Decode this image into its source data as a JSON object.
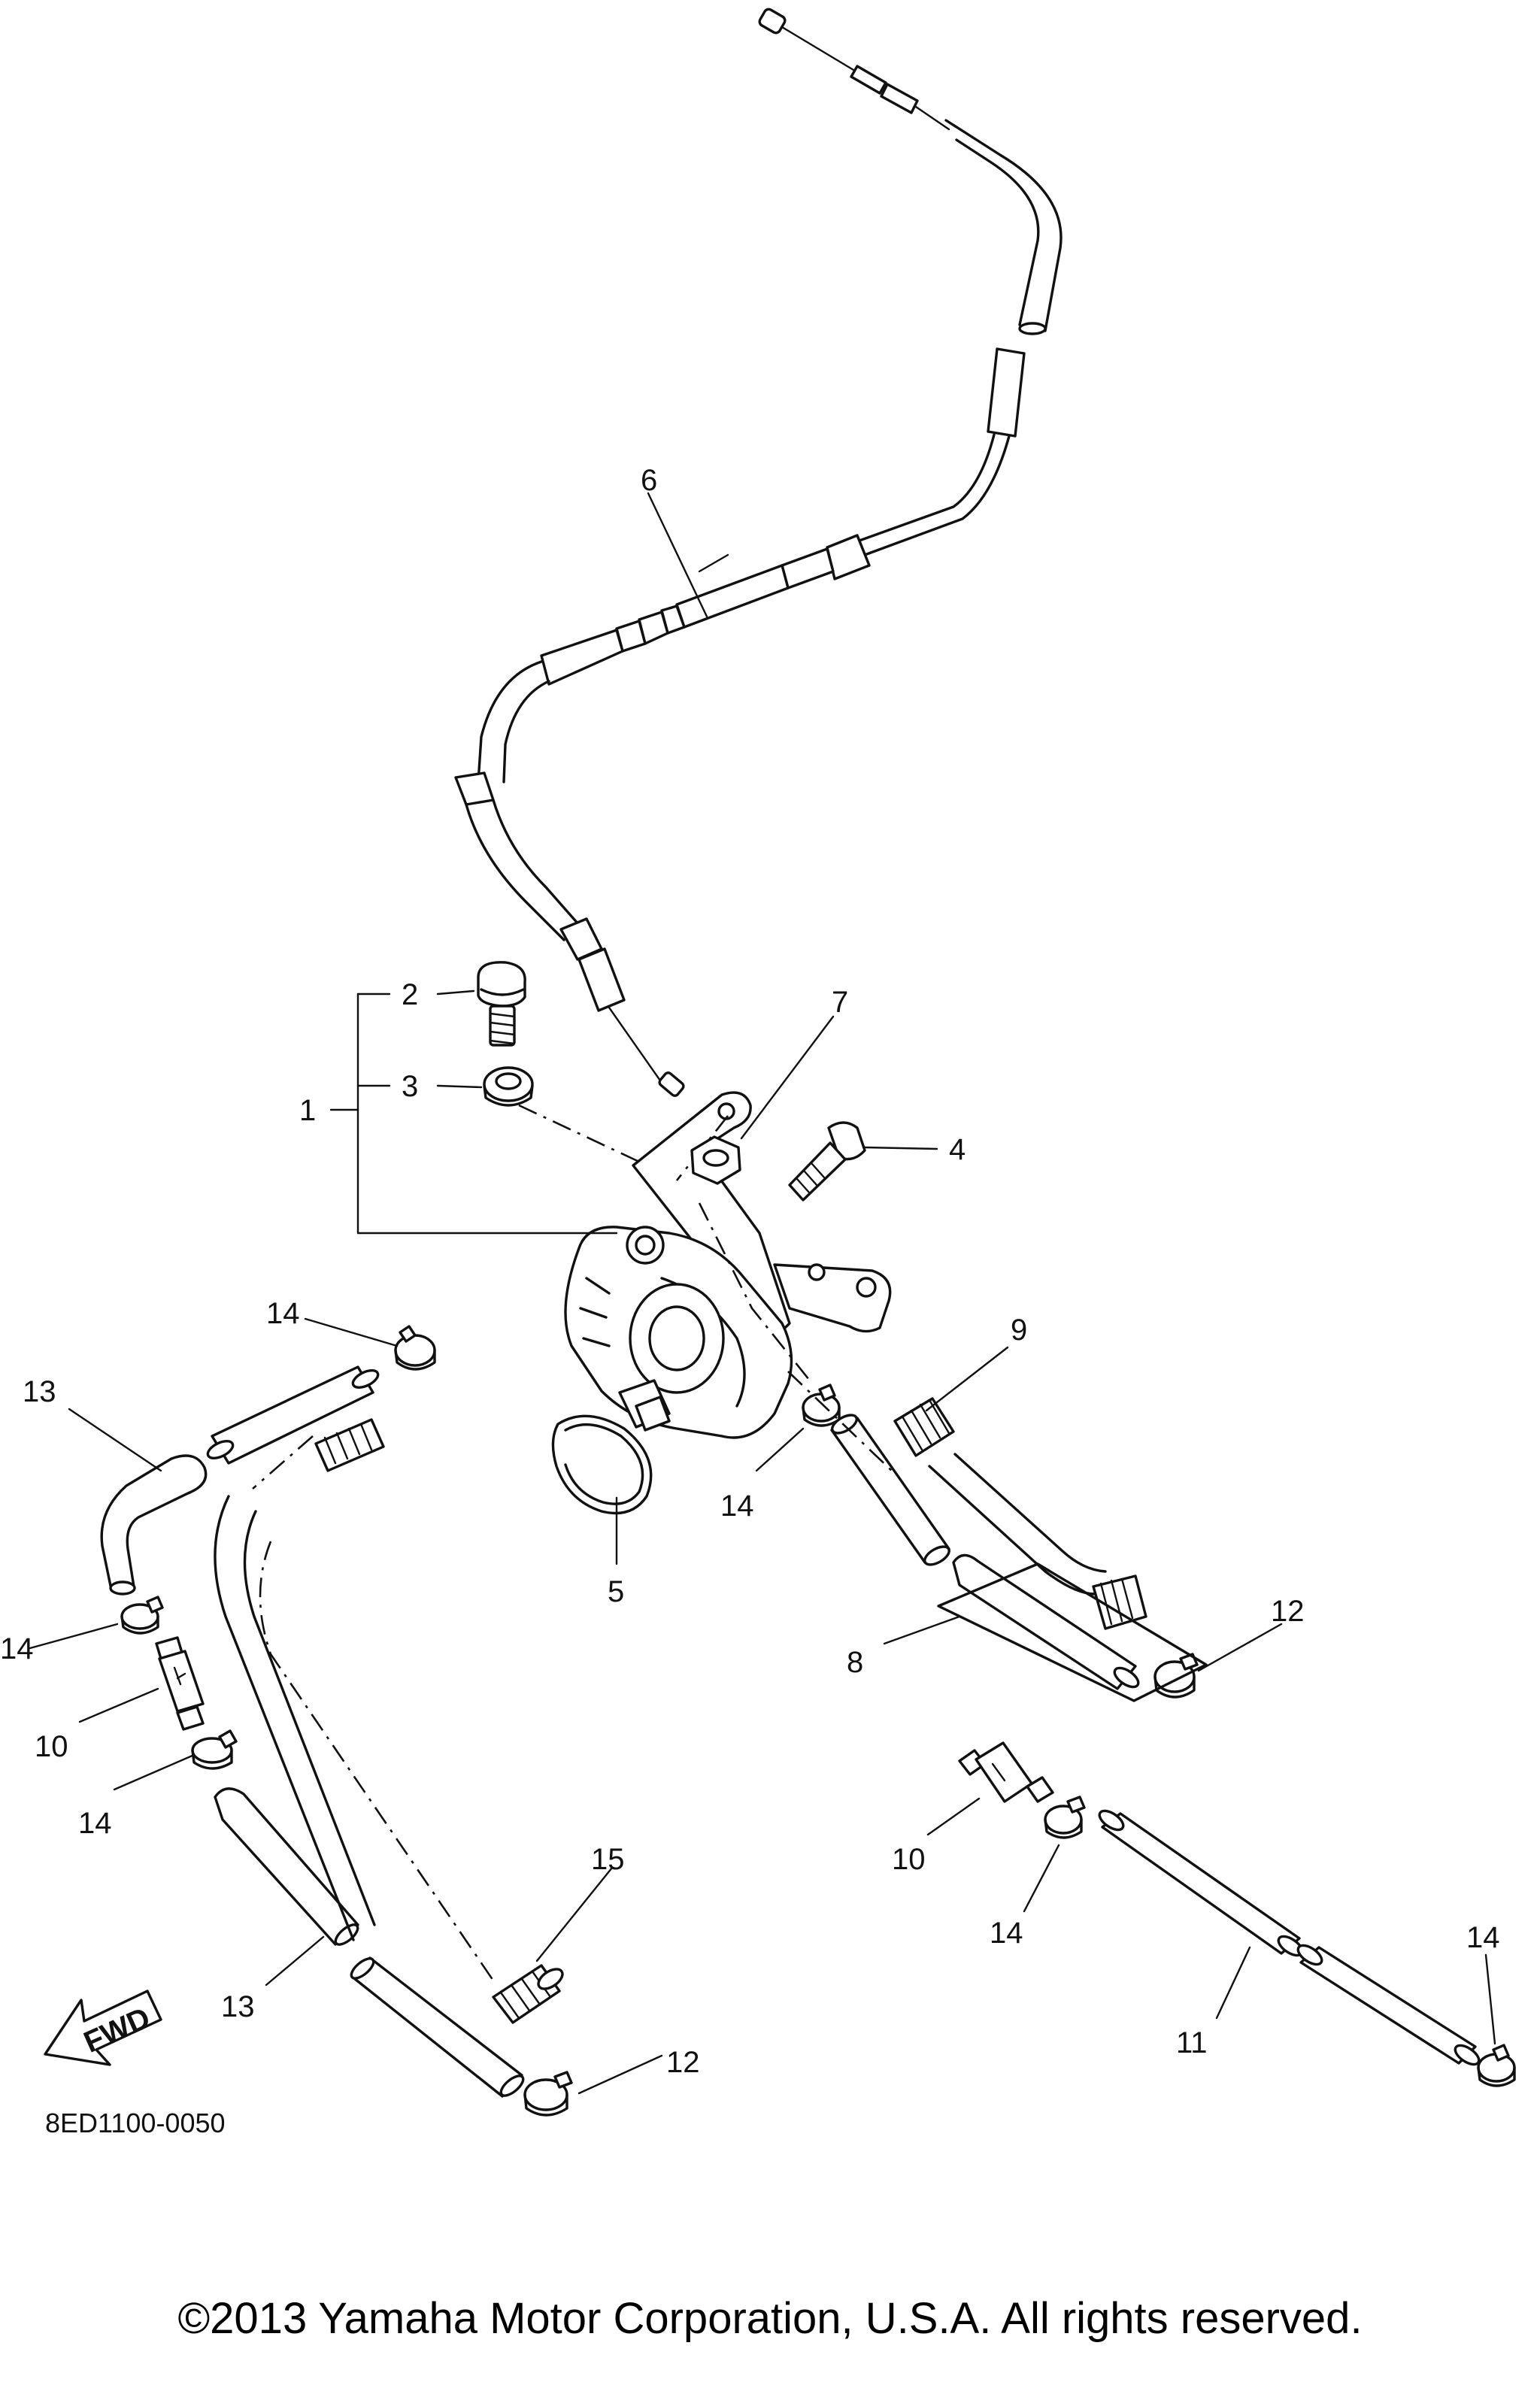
{
  "callouts": {
    "c1": "1",
    "c2": "2",
    "c3": "3",
    "c4": "4",
    "c5": "5",
    "c6": "6",
    "c7": "7",
    "c8": "8",
    "c9": "9",
    "c10a": "10",
    "c10b": "10",
    "c11": "11",
    "c12a": "12",
    "c12b": "12",
    "c13a": "13",
    "c13b": "13",
    "c14a": "14",
    "c14b": "14",
    "c14c": "14",
    "c14d": "14",
    "c14e": "14",
    "c14f": "14",
    "c15": "15"
  },
  "fwd_label": "FWD",
  "diagram_code": "8ED1100-0050",
  "copyright": "©2013 Yamaha Motor Corporation, U.S.A. All rights reserved."
}
